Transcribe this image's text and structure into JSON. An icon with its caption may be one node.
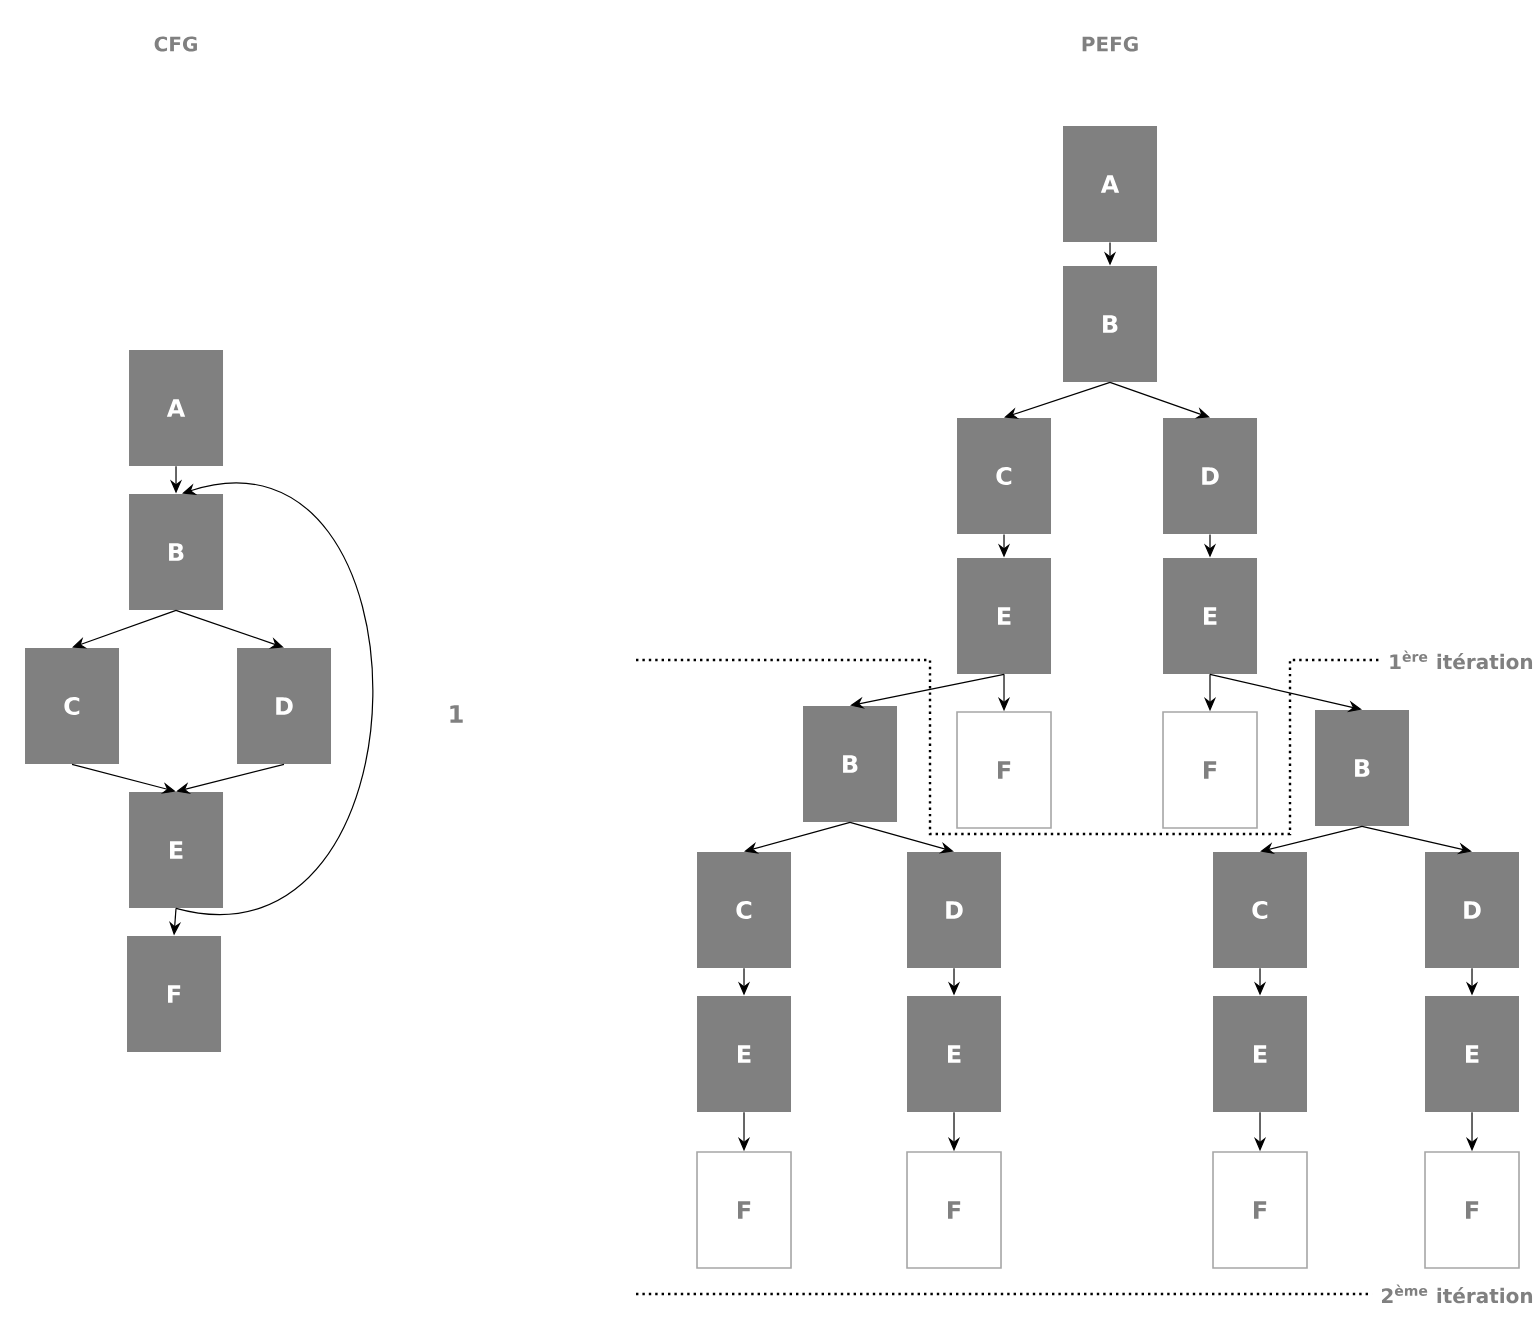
{
  "diagram": {
    "nodes": [
      {
        "text": [
          "A"
        ]
      },
      {
        "text": [
          "B"
        ]
      },
      {
        "text": [
          "C"
        ]
      },
      {
        "text": [
          "D"
        ]
      },
      {
        "text": [
          "E"
        ]
      },
      {
        "text": [
          "F"
        ]
      },
      {
        "text": [
          "A"
        ]
      },
      {
        "text": [
          "B"
        ]
      },
      {
        "text": [
          "C"
        ]
      },
      {
        "text": [
          "D"
        ]
      },
      {
        "text": [
          "E"
        ]
      },
      {
        "text": [
          "E"
        ]
      },
      {
        "text": [
          "B"
        ]
      },
      {
        "text": [
          "F"
        ]
      },
      {
        "text": [
          "F"
        ]
      },
      {
        "text": [
          "B"
        ]
      },
      {
        "text": [
          "C"
        ]
      },
      {
        "text": [
          "D"
        ]
      },
      {
        "text": [
          "C"
        ]
      },
      {
        "text": [
          "D"
        ]
      },
      {
        "text": [
          "E"
        ]
      },
      {
        "text": [
          "E"
        ]
      },
      {
        "text": [
          "E"
        ]
      },
      {
        "text": [
          "E"
        ]
      },
      {
        "text": [
          "F"
        ]
      },
      {
        "text": [
          "F"
        ]
      },
      {
        "text": [
          "F"
        ]
      },
      {
        "text": [
          "F"
        ]
      }
    ],
    "edges": [
      {
        "from": 0,
        "to": 1,
        "arrow": "to"
      },
      {
        "from": 1,
        "to": 2,
        "arrow": "to"
      },
      {
        "from": 1,
        "to": 3,
        "arrow": "to"
      },
      {
        "from": 2,
        "to": 4,
        "arrow": "to"
      },
      {
        "from": 3,
        "to": 4,
        "arrow": "to"
      },
      {
        "from": 4,
        "to": 5,
        "arrow": "to"
      },
      {
        "from": 4,
        "to": 1,
        "arrow": "to",
        "label": "1"
      },
      {
        "from": 6,
        "to": 7,
        "arrow": "to"
      },
      {
        "from": 7,
        "to": 8,
        "arrow": "to"
      },
      {
        "from": 7,
        "to": 9,
        "arrow": "to"
      },
      {
        "from": 8,
        "to": 10,
        "arrow": "to"
      },
      {
        "from": 9,
        "to": 11,
        "arrow": "to"
      },
      {
        "from": 10,
        "to": 12,
        "arrow": "to"
      },
      {
        "from": 10,
        "to": 13,
        "arrow": "to"
      },
      {
        "from": 11,
        "to": 14,
        "arrow": "to"
      },
      {
        "from": 11,
        "to": 15,
        "arrow": "to"
      },
      {
        "from": 12,
        "to": 16,
        "arrow": "to"
      },
      {
        "from": 12,
        "to": 17,
        "arrow": "to"
      },
      {
        "from": 15,
        "to": 18,
        "arrow": "to"
      },
      {
        "from": 15,
        "to": 19,
        "arrow": "to"
      },
      {
        "from": 16,
        "to": 20,
        "arrow": "to"
      },
      {
        "from": 17,
        "to": 21,
        "arrow": "to"
      },
      {
        "from": 18,
        "to": 22,
        "arrow": "to"
      },
      {
        "from": 19,
        "to": 23,
        "arrow": "to"
      },
      {
        "from": 20,
        "to": 24,
        "arrow": "to"
      },
      {
        "from": 21,
        "to": 25,
        "arrow": "to"
      },
      {
        "from": 22,
        "to": 26,
        "arrow": "to"
      },
      {
        "from": 23,
        "to": 27,
        "arrow": "to"
      }
    ],
    "labels": [
      "CFG",
      "PEFG",
      "1$^{ère}$ itération",
      "2$^{ème}$ itération"
    ]
  }
}
